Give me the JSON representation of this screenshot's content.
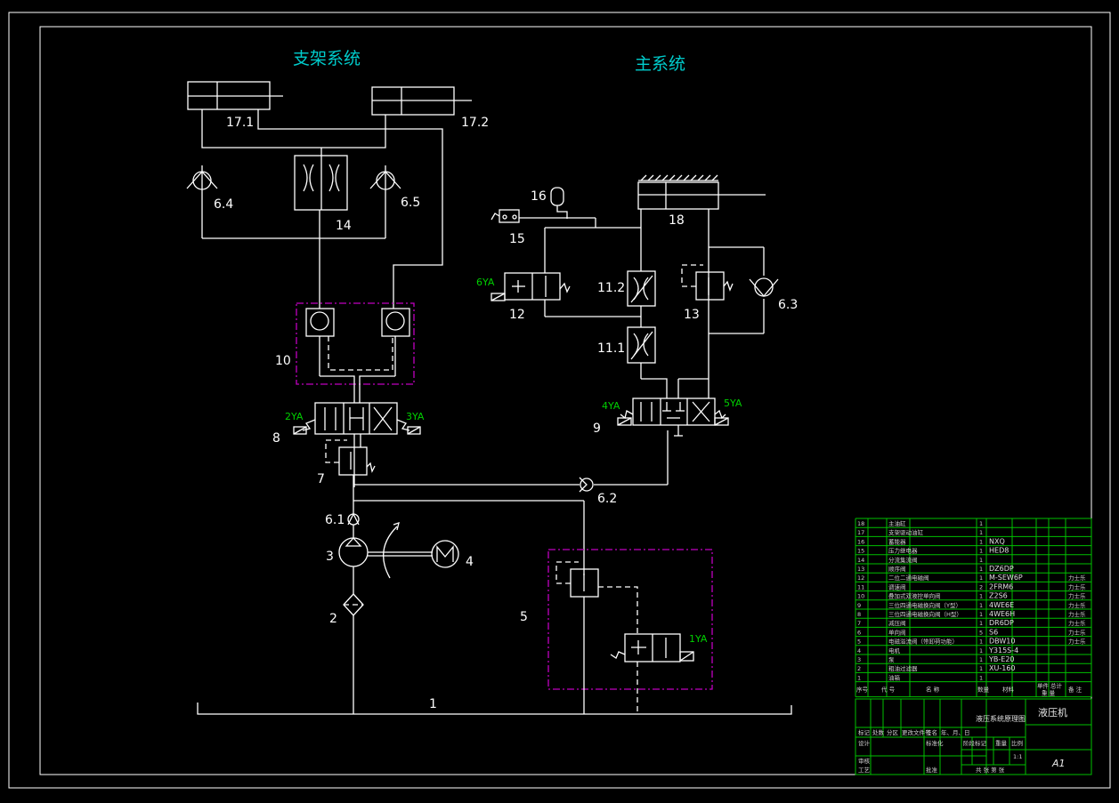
{
  "titles": {
    "support_system": "支架系统",
    "main_system": "主系统"
  },
  "components": {
    "c1": "1",
    "c2": "2",
    "c3": "3",
    "c4": "4",
    "c5": "5",
    "c6_1": "6.1",
    "c6_2": "6.2",
    "c6_3": "6.3",
    "c6_4": "6.4",
    "c6_5": "6.5",
    "c7": "7",
    "c8": "8",
    "c9": "9",
    "c10": "10",
    "c11_1": "11.1",
    "c11_2": "11.2",
    "c12": "12",
    "c13": "13",
    "c14": "14",
    "c15": "15",
    "c16": "16",
    "c17_1": "17.1",
    "c17_2": "17.2",
    "c18": "18"
  },
  "solenoids": {
    "ya1": "1YA",
    "ya2": "2YA",
    "ya3": "3YA",
    "ya4": "4YA",
    "ya5": "5YA",
    "ya6": "6YA"
  },
  "parts_list": [
    {
      "no": "18",
      "name": "主油缸",
      "qty": "1",
      "model": "",
      "note": ""
    },
    {
      "no": "17",
      "name": "支架驱动油缸",
      "qty": "1",
      "model": "",
      "note": ""
    },
    {
      "no": "16",
      "name": "蓄能器",
      "qty": "1",
      "model": "NXQ",
      "note": ""
    },
    {
      "no": "15",
      "name": "压力继电器",
      "qty": "1",
      "model": "HED8",
      "note": ""
    },
    {
      "no": "14",
      "name": "分流集流阀",
      "qty": "1",
      "model": "",
      "note": ""
    },
    {
      "no": "13",
      "name": "顺序阀",
      "qty": "1",
      "model": "DZ6DP",
      "note": ""
    },
    {
      "no": "12",
      "name": "二位二通电磁阀",
      "qty": "1",
      "model": "M-SEW6P",
      "note": "力士乐"
    },
    {
      "no": "11",
      "name": "调速阀",
      "qty": "2",
      "model": "2FRM6",
      "note": "力士乐"
    },
    {
      "no": "10",
      "name": "叠加式双液控单向阀",
      "qty": "1",
      "model": "Z2S6",
      "note": "力士乐"
    },
    {
      "no": "9",
      "name": "三位四通电磁换向阀（Y型）",
      "qty": "1",
      "model": "4WE6E",
      "note": "力士乐"
    },
    {
      "no": "8",
      "name": "三位四通电磁换向阀（H型）",
      "qty": "1",
      "model": "4WE6H",
      "note": "力士乐"
    },
    {
      "no": "7",
      "name": "减压阀",
      "qty": "1",
      "model": "DR6DP",
      "note": "力士乐"
    },
    {
      "no": "6",
      "name": "单向阀",
      "qty": "5",
      "model": "S6",
      "note": "力士乐"
    },
    {
      "no": "5",
      "name": "电磁溢流阀（带卸荷功能）",
      "qty": "1",
      "model": "DBW10",
      "note": "力士乐"
    },
    {
      "no": "4",
      "name": "电机",
      "qty": "1",
      "model": "Y315S-4",
      "note": ""
    },
    {
      "no": "3",
      "name": "泵",
      "qty": "1",
      "model": "YB-E20",
      "note": ""
    },
    {
      "no": "2",
      "name": "粗油过滤器",
      "qty": "1",
      "model": "XU-160",
      "note": ""
    },
    {
      "no": "1",
      "name": "油箱",
      "qty": "1",
      "model": "",
      "note": ""
    }
  ],
  "parts_header": {
    "no": "序号",
    "code": "代 号",
    "name": "名 称",
    "qty": "数量",
    "material": "材料",
    "single": "单件",
    "total": "总计",
    "weight": "重 量",
    "note": "备 注"
  },
  "title_block": {
    "drawing_name": "液压系统原理图",
    "product": "液压机",
    "mark": "标记",
    "count": "处数",
    "zone": "分区",
    "change_doc": "更改文件号",
    "sign": "签名",
    "date": "年、月、日",
    "design": "设计",
    "standard": "标准化",
    "stage_mark": "阶段标记",
    "weight": "重量",
    "scale": "比例",
    "scale_value": "1:1",
    "review": "审核",
    "process": "工艺",
    "approve": "批准",
    "sheets": "共 张 第 张",
    "sheet_size": "A1"
  }
}
